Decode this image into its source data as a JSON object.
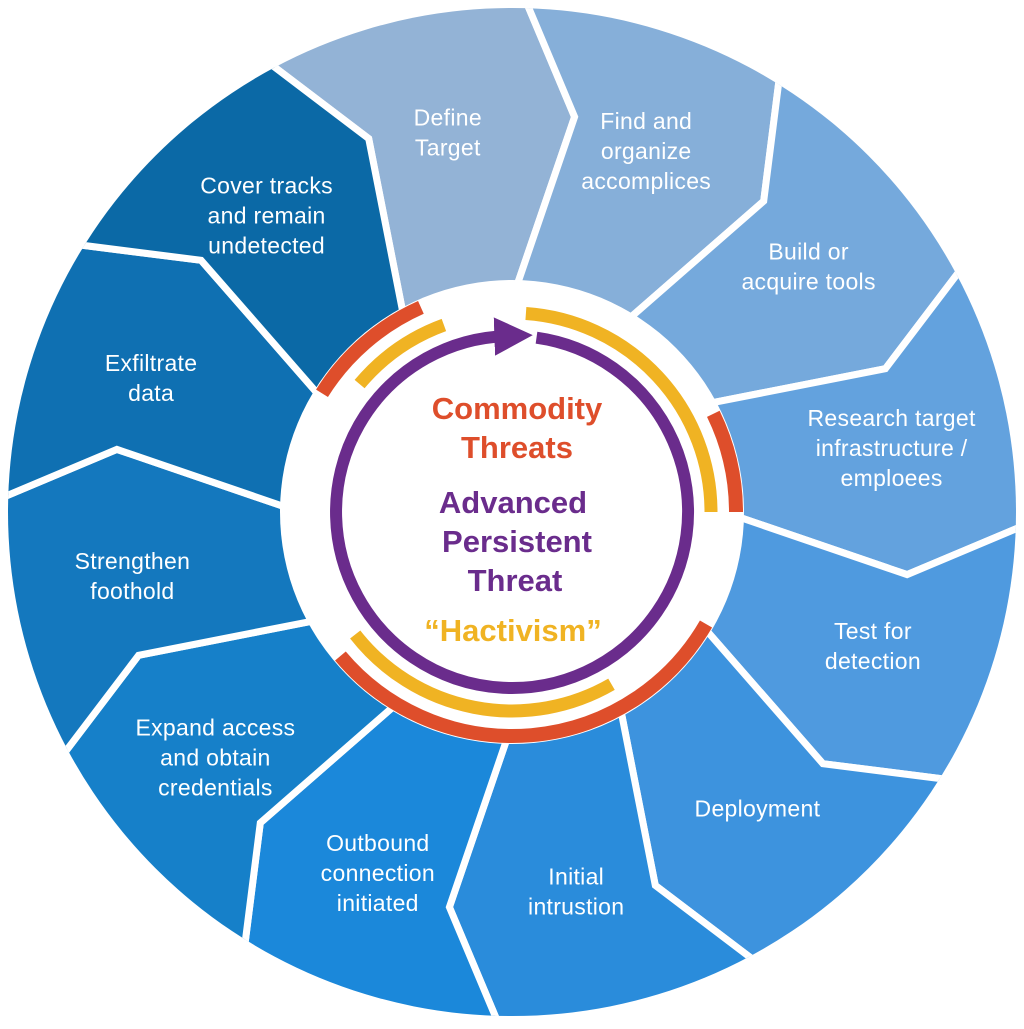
{
  "stages": [
    {
      "label_lines": [
        "Define",
        "Target"
      ],
      "color": "#93B3D6"
    },
    {
      "label_lines": [
        "Find and",
        "organize",
        "accomplices"
      ],
      "color": "#86AFD9"
    },
    {
      "label_lines": [
        "Build or",
        "acquire tools"
      ],
      "color": "#75A9DC"
    },
    {
      "label_lines": [
        "Research target",
        "infrastructure /",
        "emploees"
      ],
      "color": "#63A2DE"
    },
    {
      "label_lines": [
        "Test for",
        "detection"
      ],
      "color": "#4F9ADF"
    },
    {
      "label_lines": [
        "Deployment"
      ],
      "color": "#3D93DE"
    },
    {
      "label_lines": [
        "Initial",
        "intrustion"
      ],
      "color": "#2A8CDB"
    },
    {
      "label_lines": [
        "Outbound",
        "connection",
        "initiated"
      ],
      "color": "#1B88DA"
    },
    {
      "label_lines": [
        "Expand access",
        "and obtain",
        "credentials"
      ],
      "color": "#1680C9"
    },
    {
      "label_lines": [
        "Strengthen",
        "foothold"
      ],
      "color": "#1478BE"
    },
    {
      "label_lines": [
        "Exfiltrate",
        "data"
      ],
      "color": "#0F70B2"
    },
    {
      "label_lines": [
        "Cover tracks",
        "and remain",
        "undetected"
      ],
      "color": "#0B69A6"
    }
  ],
  "center": {
    "commodity_line1": "Commodity",
    "commodity_line2": "Threats",
    "apt_line1": "Advanced",
    "apt_line2": "Persistent",
    "apt_line3": "Threat",
    "hactivism": "“Hactivism”"
  },
  "colors": {
    "commodity": "#DE4E2B",
    "apt": "#6A2C8C",
    "hactivism": "#F0B323",
    "background": "#FFFFFF"
  }
}
